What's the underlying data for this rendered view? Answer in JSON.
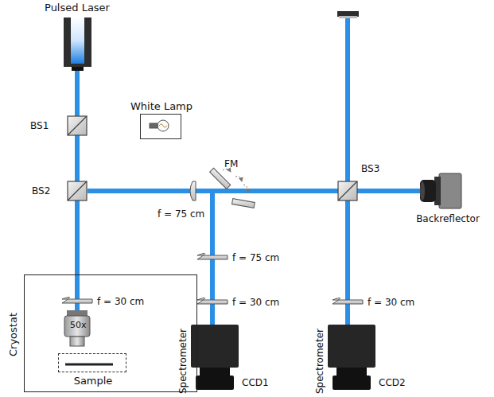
{
  "diagram": {
    "nodes": [
      {
        "text": [
          "White Lamp"
        ]
      },
      {
        "text": [
          "Cryostat"
        ]
      },
      {
        "text": [
          "Sample"
        ],
        "in": 1
      }
    ],
    "labels": [
      "Pulsed Laser",
      "BS1",
      "BS2",
      "BS3",
      "FM",
      "f = 75 cm",
      "f = 75 cm",
      "f = 30 cm",
      "f = 30 cm",
      "f = 30 cm",
      "50x",
      "Spectrometer",
      "CCD1",
      "Spectrometer",
      "CCD2",
      "Backreflector"
    ]
  }
}
